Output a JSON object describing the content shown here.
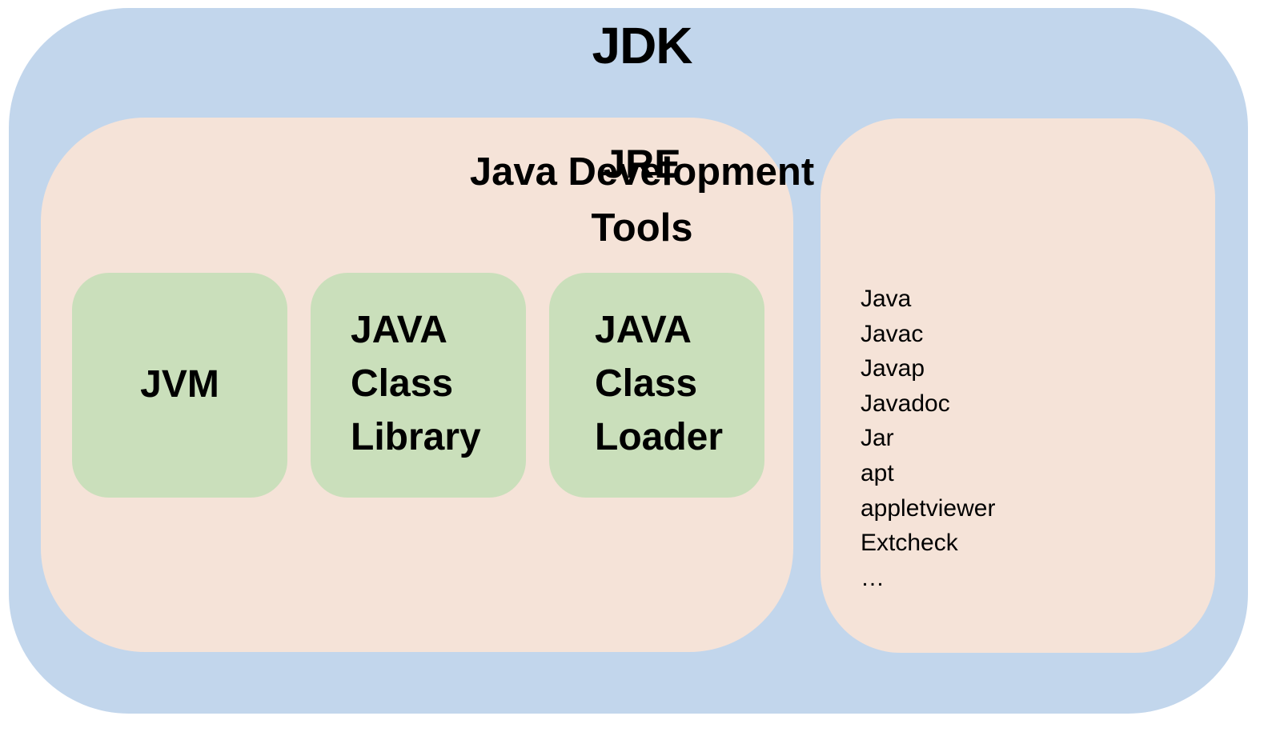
{
  "colors": {
    "jdk_fill": "#c2d6ec",
    "jre_fill": "#f5e3d8",
    "component_fill": "#cadfbb",
    "tools_fill": "#f5e3d8",
    "text": "#000000"
  },
  "jdk": {
    "title": "JDK"
  },
  "jre": {
    "title": "JRE",
    "components": [
      {
        "lines": [
          "JVM"
        ]
      },
      {
        "lines": [
          "JAVA",
          "Class",
          "Library"
        ]
      },
      {
        "lines": [
          "JAVA",
          "Class",
          "Loader"
        ]
      }
    ]
  },
  "tools": {
    "title_lines": [
      "Java Development",
      "Tools"
    ],
    "items": [
      "Java",
      "Javac",
      "Javap",
      "Javadoc",
      "Jar",
      "apt",
      "appletviewer",
      "Extcheck",
      "…"
    ]
  }
}
